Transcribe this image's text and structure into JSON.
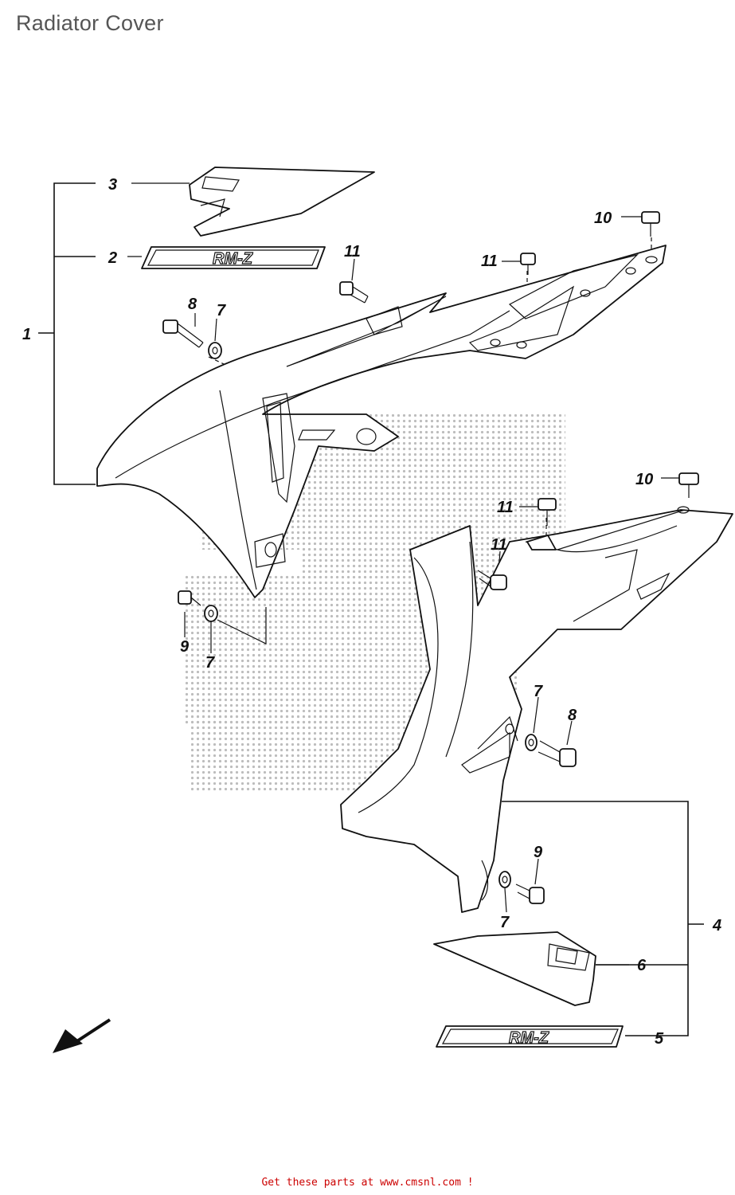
{
  "title": "Radiator Cover",
  "footer": "Get these parts at www.cmsnl.com  !",
  "emblem_text": "RM-Z",
  "callouts": {
    "c1": "1",
    "c2": "2",
    "c3": "3",
    "c4": "4",
    "c5": "5",
    "c6": "6",
    "c7a": "7",
    "c7b": "7",
    "c7c": "7",
    "c7d": "7",
    "c8a": "8",
    "c8b": "8",
    "c9a": "9",
    "c9b": "9",
    "c10a": "10",
    "c10b": "10",
    "c11a": "11",
    "c11b": "11",
    "c11c": "11",
    "c11d": "11"
  },
  "colors": {
    "title": "#555555",
    "footer": "#cc0000",
    "line": "#111111",
    "watermark": "#bdbdbd"
  }
}
